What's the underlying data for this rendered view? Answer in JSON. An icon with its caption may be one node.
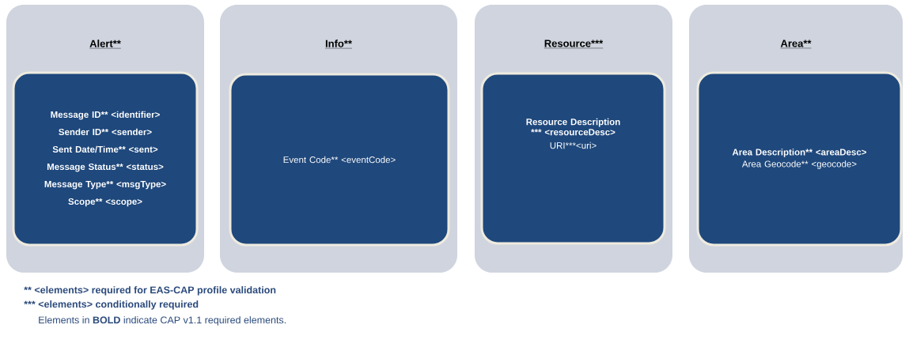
{
  "diagram": {
    "nodes": [
      {
        "text": [
          "Alert**"
        ]
      },
      {
        "text": [
          "Message ID** <identifier>",
          "Sender ID** <sender>",
          "Sent Date/Time** <sent>",
          "Message Status** <status>",
          "Message Type** <msgType>",
          "Scope** <scope>"
        ],
        "in": 0
      },
      {
        "text": [
          "Info**"
        ]
      },
      {
        "text": [
          "Event Code** <eventCode>"
        ],
        "in": 2
      },
      {
        "text": [
          "Resource***"
        ]
      },
      {
        "text": [
          "Resource Description *** <resourceDesc>",
          "URI***<uri>"
        ],
        "in": 4
      },
      {
        "text": [
          "Area**"
        ]
      },
      {
        "text": [
          "Area Description** <areaDesc>",
          "Area Geocode** <geocode>"
        ],
        "in": 6
      }
    ],
    "labels": [
      "** <elements> required for EAS-CAP profile validation",
      "*** <elements> conditionally required",
      "Elements in **BOLD** indicate CAP v1.1 required elements."
    ]
  }
}
